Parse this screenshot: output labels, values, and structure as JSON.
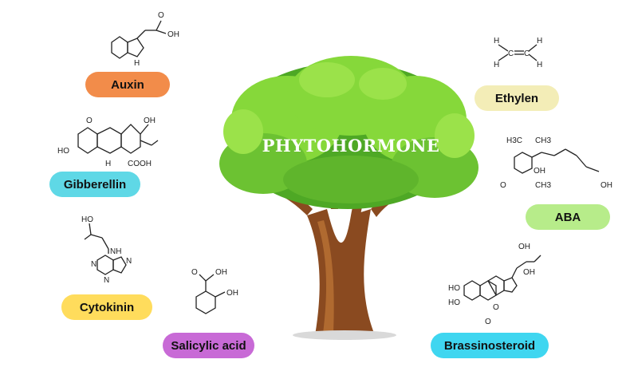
{
  "title": "PHYTOHORMONE",
  "colors": {
    "auxin": "#f28c4a",
    "gibberellin": "#5fd8e6",
    "cytokinin": "#ffdc5c",
    "salicylic": "#c86ad6",
    "brassinosteroid": "#3fd6f0",
    "aba": "#b7ec8a",
    "ethylen": "#f3edb7",
    "foliage_dark": "#4ea825",
    "foliage_light": "#86d83a",
    "trunk": "#8a4a20"
  },
  "hormones": [
    {
      "id": "auxin",
      "label": "Auxin"
    },
    {
      "id": "gibberellin",
      "label": "Gibberellin"
    },
    {
      "id": "cytokinin",
      "label": "Cytokinin"
    },
    {
      "id": "salicylic",
      "label": "Salicylic acid"
    },
    {
      "id": "brassinosteroid",
      "label": "Brassinosteroid"
    },
    {
      "id": "aba",
      "label": "ABA"
    },
    {
      "id": "ethylen",
      "label": "Ethylen"
    }
  ],
  "atoms": {
    "oh": "OH",
    "ho": "HO",
    "o": "O",
    "h": "H",
    "c": "C",
    "n": "N",
    "nh": "NH",
    "cooh": "COOH",
    "h3c": "H3C",
    "ch3": "CH3"
  }
}
